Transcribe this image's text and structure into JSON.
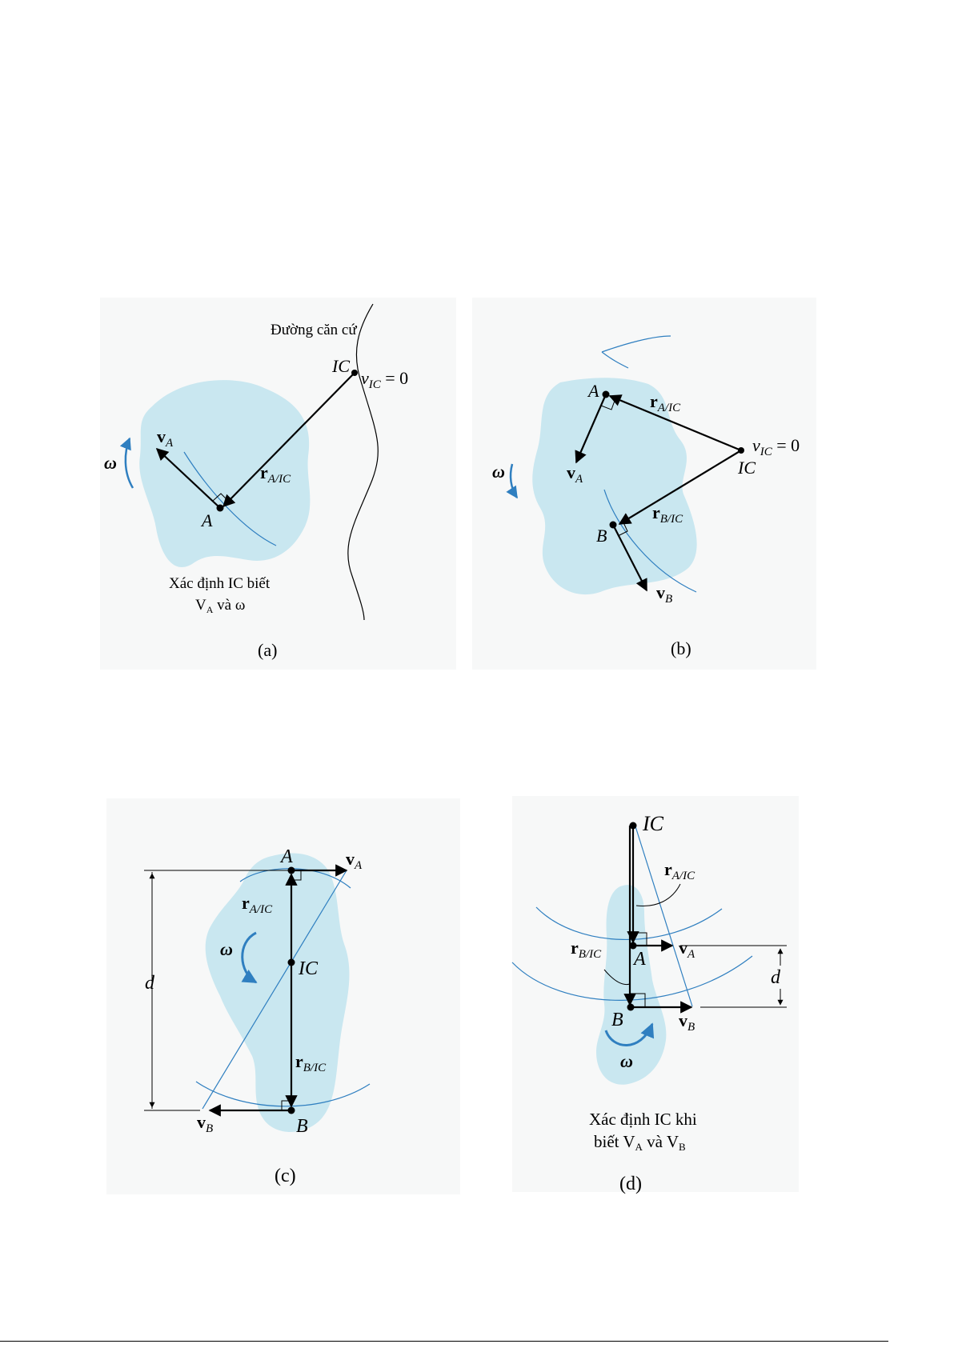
{
  "bullets": {
    "b1": "",
    "b2": "",
    "b3": "",
    "b4": ""
  },
  "figure_a": {
    "caption": "(a)",
    "note_line1": "Xác định IC biết",
    "note_line2_main": "V",
    "note_line2_sub": "A",
    "note_line2_rest": " và ω",
    "base_line_label": "Đường căn cứ",
    "ic_label": "IC",
    "vic_v": "v",
    "vic_sub": "IC",
    "vic_eq": " = 0",
    "point_a": "A",
    "va_v": "v",
    "va_sub": "A",
    "omega": "ω",
    "r_main": "r",
    "r_sub": "A/IC"
  },
  "figure_b": {
    "caption": "(b)",
    "point_a": "A",
    "point_b": "B",
    "ic_label": "IC",
    "vic_v": "v",
    "vic_sub": "IC",
    "vic_eq": " = 0",
    "ra_main": "r",
    "ra_sub": "A/IC",
    "rb_main": "r",
    "rb_sub": "B/IC",
    "va_v": "v",
    "va_sub": "A",
    "vb_v": "v",
    "vb_sub": "B",
    "omega": "ω"
  },
  "figure_c": {
    "caption": "(c)",
    "point_a": "A",
    "point_b": "B",
    "ic_label": "IC",
    "ra_main": "r",
    "ra_sub": "A/IC",
    "rb_main": "r",
    "rb_sub": "B/IC",
    "va_v": "v",
    "va_sub": "A",
    "vb_v": "v",
    "vb_sub": "B",
    "omega": "ω",
    "d": "d"
  },
  "figure_d": {
    "caption": "(d)",
    "note_line1": "Xác định IC khi",
    "note_line2_a": "biết V",
    "note_line2_sub1": "A",
    "note_line2_b": " và V",
    "note_line2_sub2": "B",
    "ic_label": "IC",
    "point_a": "A",
    "point_b": "B",
    "ra_main": "r",
    "ra_sub": "A/IC",
    "rb_main": "r",
    "rb_sub": "B/IC",
    "va_v": "v",
    "va_sub": "A",
    "vb_v": "v",
    "vb_sub": "B",
    "omega": "ω",
    "d": "d"
  },
  "colors": {
    "body_fill": "#c9e7f0",
    "panel_bg": "#f7f8f8",
    "accent_blue": "#2f7fc0",
    "ink": "#000000"
  }
}
